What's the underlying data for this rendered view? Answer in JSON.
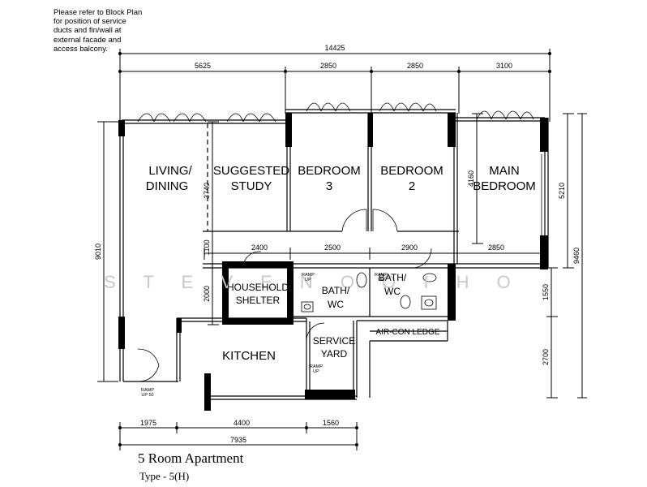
{
  "note": {
    "lines": [
      "Please refer to Block Plan",
      "for position of service",
      "ducts and fin/wall at",
      "external facade and",
      "access balcony."
    ]
  },
  "title": "5 Room Apartment",
  "subtitle": "Type - 5(H)",
  "watermark": "S T E V E N   O O I   H O",
  "rooms": {
    "living": [
      "LIVING/",
      "DINING"
    ],
    "study": [
      "SUGGESTED",
      "STUDY"
    ],
    "bedroom3": [
      "BEDROOM",
      "3"
    ],
    "bedroom2": [
      "BEDROOM",
      "2"
    ],
    "main": [
      "MAIN",
      "BEDROOM"
    ],
    "shelter": [
      "HOUSEHOLD",
      "SHELTER"
    ],
    "bath1": [
      "BATH/",
      "WC"
    ],
    "bath2": [
      "BATH/",
      "WC"
    ],
    "kitchen": "KITCHEN",
    "service": [
      "SERVICE",
      "YARD"
    ],
    "aircon": "AIR-CON LEDGE"
  },
  "ramps": {
    "r1": [
      "RAMP",
      "UP"
    ],
    "r2": [
      "RAMP",
      "UP"
    ],
    "r3": [
      "RAMP",
      "UP"
    ],
    "r4": [
      "RAMP",
      "UP 50"
    ]
  },
  "dims": {
    "overall_top": "14425",
    "top": [
      "5625",
      "2850",
      "2850",
      "3100"
    ],
    "mid": [
      "2400",
      "2500",
      "2900",
      "2850"
    ],
    "bottom": [
      "1975",
      "4400",
      "1560"
    ],
    "overall_bottom": "7935",
    "left_total": "9010",
    "left_a": "3740",
    "left_b": "1100",
    "left_c": "2000",
    "right_a": "4160",
    "right_b": "5210",
    "right_c": "1550",
    "right_d": "2700",
    "right_total": "9460"
  },
  "colors": {
    "wall": "#000000",
    "watermark": "#c9c9c9"
  }
}
